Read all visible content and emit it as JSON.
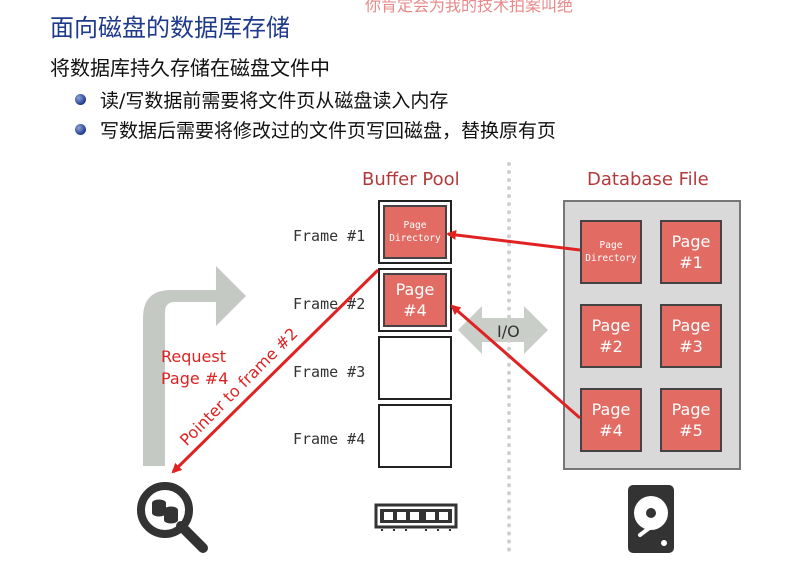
{
  "watermark": "你肯定会为我的技术拍案叫绝",
  "title": "面向磁盘的数据库存储",
  "subtitle": "将数据库持久存储在磁盘文件中",
  "bullets": [
    "读/写数据前需要将文件页从磁盘读入内存",
    "写数据后需要将修改过的文件页写回磁盘，替换原有页"
  ],
  "buffer_pool": {
    "label": "Buffer Pool",
    "frames": [
      {
        "label": "Frame #1",
        "content": "Page Directory"
      },
      {
        "label": "Frame #2",
        "content": "Page #4"
      },
      {
        "label": "Frame #3",
        "content": ""
      },
      {
        "label": "Frame #4",
        "content": ""
      }
    ]
  },
  "database_file": {
    "label": "Database File",
    "pages": [
      "Page Directory",
      "Page #1",
      "Page #2",
      "Page #3",
      "Page #4",
      "Page #5"
    ]
  },
  "io_label": "I/O",
  "request_label": "Request Page #4",
  "pointer_label": "Pointer to frame #2",
  "colors": {
    "title": "#1f3a8c",
    "page_fill": "#e26c64",
    "arrow": "#e02222",
    "section_label": "#b33a3a"
  },
  "icons": [
    "execution-engine-icon",
    "memory-icon",
    "hard-disk-icon",
    "io-double-arrow-icon",
    "request-arrow-icon"
  ]
}
